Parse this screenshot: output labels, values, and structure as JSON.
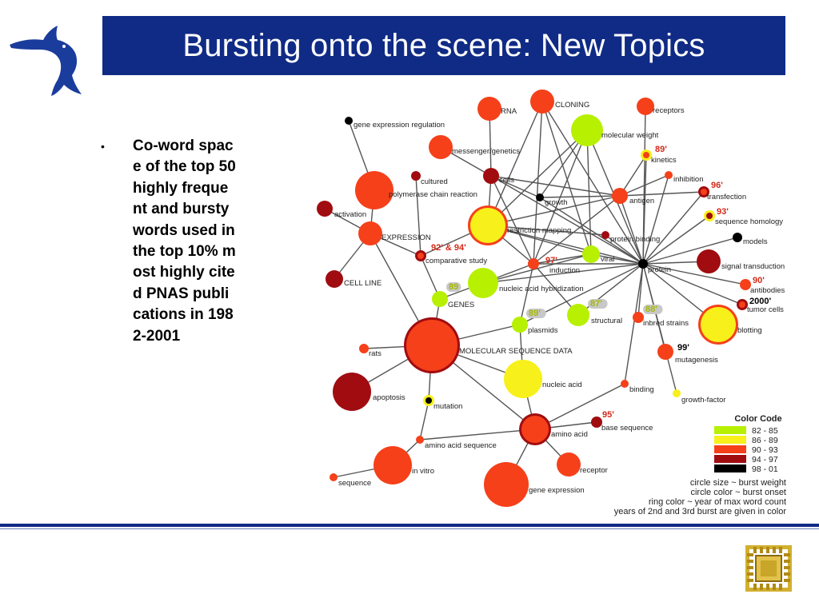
{
  "slide": {
    "title": "Bursting onto the scene: New Topics",
    "bullet_symbol": "•",
    "bullet_text": "Co-word space of the top 50 highly frequent and bursty words used in the top 10% most highly cited PNAS publications in 1982-2001"
  },
  "network": {
    "nodes": [
      {
        "id": "rna",
        "label": "RNA",
        "fill": "#f5401a"
      },
      {
        "id": "cloning",
        "label": "CLONING",
        "fill": "#f5401a"
      },
      {
        "id": "receptors",
        "label": "receptors",
        "fill": "#f5401a"
      },
      {
        "id": "gene_expression_regulation",
        "label": "gene expression regulation",
        "fill": "#000000"
      },
      {
        "id": "molecular_weight",
        "label": "molecular weight",
        "fill": "#b7f000"
      },
      {
        "id": "messenger_genetics",
        "label": "messenger/genetics",
        "fill": "#f5401a"
      },
      {
        "id": "kinetics",
        "label": "kinetics",
        "fill": "#f5401a",
        "burst": "89'"
      },
      {
        "id": "cultured",
        "label": "cultured",
        "fill": "#a00c10"
      },
      {
        "id": "cells",
        "label": "cells",
        "fill": "#a00c10"
      },
      {
        "id": "inhibition",
        "label": "inhibition",
        "fill": "#f5401a"
      },
      {
        "id": "pcr",
        "label": "polymerase chain reaction",
        "fill": "#f5401a"
      },
      {
        "id": "transfection",
        "label": "transfection",
        "fill": "#f5401a",
        "burst": "96'"
      },
      {
        "id": "growth",
        "label": "growth",
        "fill": "#000000"
      },
      {
        "id": "antigen",
        "label": "antigen",
        "fill": "#f5401a"
      },
      {
        "id": "activation",
        "label": "activation",
        "fill": "#a00c10"
      },
      {
        "id": "sequence_homology",
        "label": "sequence homology",
        "fill": "#a00c10",
        "burst": "93'"
      },
      {
        "id": "restriction_mapping",
        "label": "restriction mapping",
        "fill": "#f7f01a"
      },
      {
        "id": "expression",
        "label": "EXPRESSION",
        "fill": "#f5401a"
      },
      {
        "id": "protein_binding",
        "label": "protein binding",
        "fill": "#a00c10"
      },
      {
        "id": "models",
        "label": "models",
        "fill": "#000000"
      },
      {
        "id": "comparative_study",
        "label": "comparative study",
        "fill": "#f5401a",
        "burst": "92' & 94'"
      },
      {
        "id": "viral",
        "label": "viral",
        "fill": "#b7f000"
      },
      {
        "id": "signal_transduction",
        "label": "signal transduction",
        "fill": "#a00c10"
      },
      {
        "id": "induction",
        "label": "induction",
        "fill": "#f5401a",
        "burst": "97'"
      },
      {
        "id": "protein",
        "label": "protein",
        "fill": "#000000"
      },
      {
        "id": "cell_line",
        "label": "CELL LINE",
        "fill": "#a00c10"
      },
      {
        "id": "nucleic_acid_hybridization",
        "label": "nucleic acid hybridization",
        "fill": "#b7f000"
      },
      {
        "id": "antibodies",
        "label": "antibodies",
        "fill": "#f5401a",
        "burst": "90'"
      },
      {
        "id": "genes",
        "label": "GENES",
        "fill": "#b7f000",
        "burst": "89"
      },
      {
        "id": "tumor_cells",
        "label": "tumor cells",
        "fill": "#f5401a",
        "burst": "2000'"
      },
      {
        "id": "structural",
        "label": "structural",
        "fill": "#b7f000",
        "burst": "87'"
      },
      {
        "id": "inbred_strains",
        "label": "inbred strains",
        "fill": "#f5401a",
        "burst": "88'"
      },
      {
        "id": "plasmids",
        "label": "plasmids",
        "fill": "#b7f000",
        "burst": "89'"
      },
      {
        "id": "blotting",
        "label": "blotting",
        "fill": "#f7f01a"
      },
      {
        "id": "rats",
        "label": "rats",
        "fill": "#f5401a"
      },
      {
        "id": "molecular_sequence_data",
        "label": "MOLECULAR SEQUENCE DATA",
        "fill": "#f5401a"
      },
      {
        "id": "mutagenesis",
        "label": "mutagenesis",
        "fill": "#f5401a",
        "burst": "99'"
      },
      {
        "id": "nucleic_acid",
        "label": "nucleic acid",
        "fill": "#f7f01a"
      },
      {
        "id": "binding",
        "label": "binding",
        "fill": "#f5401a"
      },
      {
        "id": "apoptosis",
        "label": "apoptosis",
        "fill": "#a00c10"
      },
      {
        "id": "growth_factor",
        "label": "growth-factor",
        "fill": "#f7f01a"
      },
      {
        "id": "mutation",
        "label": "mutation",
        "fill": "#000000"
      },
      {
        "id": "base_sequence",
        "label": "base sequence",
        "fill": "#a00c10",
        "burst": "95'"
      },
      {
        "id": "amino_acid",
        "label": "amino acid",
        "fill": "#f5401a"
      },
      {
        "id": "amino_acid_sequence",
        "label": "amino acid sequence",
        "fill": "#f5401a"
      },
      {
        "id": "in_vitro",
        "label": "in vitro",
        "fill": "#f5401a"
      },
      {
        "id": "receptor",
        "label": "receptor",
        "fill": "#f5401a"
      },
      {
        "id": "sequence",
        "label": "sequence",
        "fill": "#f5401a"
      },
      {
        "id": "gene_expression",
        "label": "gene expression",
        "fill": "#f5401a"
      }
    ],
    "burst_label_colors": {
      "red": "#d42a1a",
      "yellowgreen": "#a6b800",
      "dark": "#000000"
    }
  },
  "legend": {
    "title": "Color Code",
    "items": [
      {
        "label": "82 - 85",
        "color": "#b7f000"
      },
      {
        "label": "86 - 89",
        "color": "#f7f01a"
      },
      {
        "label": "90 - 93",
        "color": "#f5401a"
      },
      {
        "label": "94 - 97",
        "color": "#a00c10"
      },
      {
        "label": "98 - 01",
        "color": "#000000"
      }
    ],
    "notes": [
      "circle size ~ burst weight",
      "circle color ~ burst onset",
      "ring color ~ year of max word count",
      "years of 2nd and 3rd burst are given in color"
    ]
  },
  "colors": {
    "title_bar": "#102b85",
    "edge": "#555555",
    "burst_pill": "#c8c8c8"
  }
}
